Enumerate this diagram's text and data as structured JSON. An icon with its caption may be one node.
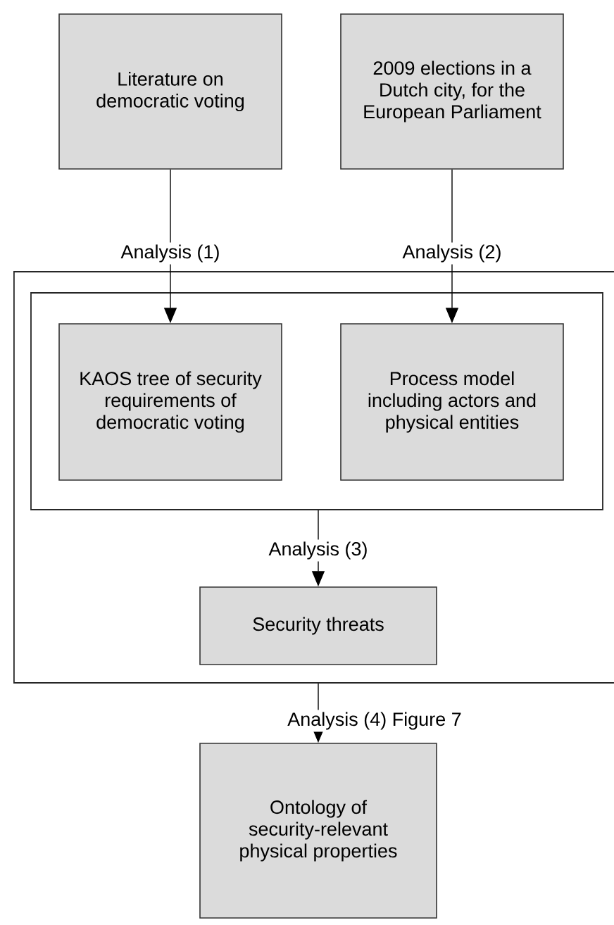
{
  "diagram": {
    "nodes": [
      {
        "text": [
          "Literature on democratic voting"
        ]
      },
      {
        "text": [
          "2009 elections in a Dutch city, for the European Parliament"
        ]
      },
      {
        "text": [],
        "shape": "box"
      },
      {
        "text": [],
        "shape": "box",
        "in": 2
      },
      {
        "text": [
          "KAOS tree of security requirements of democratic voting"
        ],
        "in": 3
      },
      {
        "text": [
          "Process model including actors and physical entities"
        ],
        "in": 3
      },
      {
        "text": [
          "Security threats"
        ],
        "in": 2
      },
      {
        "text": [
          "Ontology of security-relevant physical properties"
        ]
      }
    ],
    "edges": [
      {
        "from": 0,
        "to": 4,
        "arrow": "to",
        "label": "Analysis (1)"
      },
      {
        "from": 1,
        "to": 5,
        "arrow": "to",
        "label": "Analysis (2)"
      },
      {
        "from": 3,
        "to": 6,
        "arrow": "to",
        "label": "Analysis (3)"
      },
      {
        "from": 2,
        "to": 7,
        "arrow": "to",
        "label": "Analysis (4) Figure 7"
      }
    ]
  }
}
